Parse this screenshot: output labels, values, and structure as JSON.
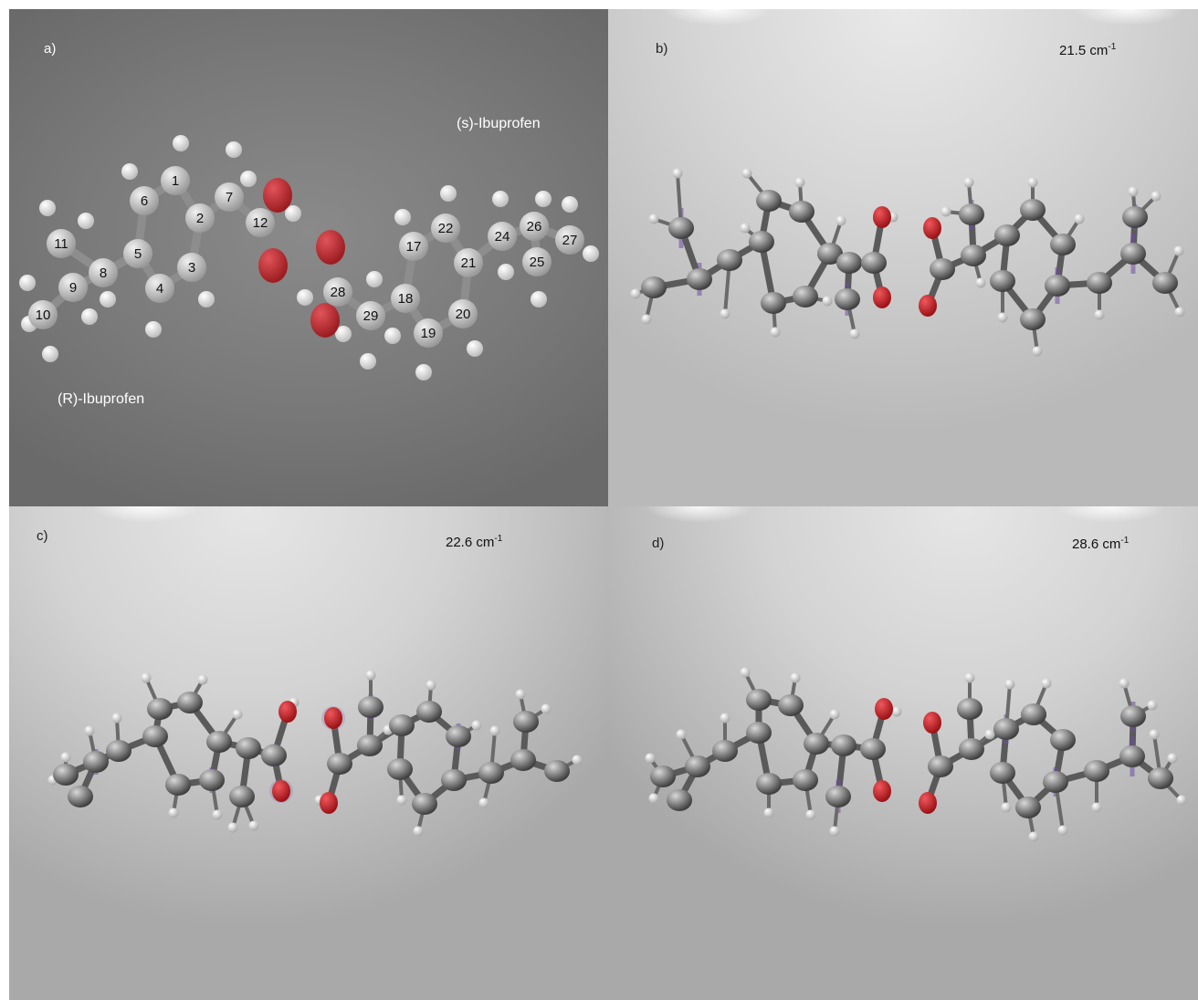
{
  "panels": {
    "a": {
      "label": "a)",
      "r_name": "(R)-Ibuprofen",
      "s_name": "(s)-Ibuprofen"
    },
    "b": {
      "label": "b)",
      "freq_value": "21.5 cm",
      "freq_exp": "-1"
    },
    "c": {
      "label": "c)",
      "freq_value": "22.6 cm",
      "freq_exp": "-1"
    },
    "d": {
      "label": "d)",
      "freq_value": "28.6 cm",
      "freq_exp": "-1"
    }
  },
  "atom_labels": [
    "1",
    "2",
    "3",
    "4",
    "5",
    "6",
    "7",
    "8",
    "9",
    "10",
    "11",
    "12",
    "17",
    "18",
    "19",
    "20",
    "21",
    "22",
    "24",
    "25",
    "26",
    "27",
    "28",
    "29"
  ],
  "colors": {
    "carbon": "#bdbdbd",
    "oxygen": "#c8262a",
    "hydrogen": "#e6e6e6",
    "vibration": "#8a6bb0"
  }
}
